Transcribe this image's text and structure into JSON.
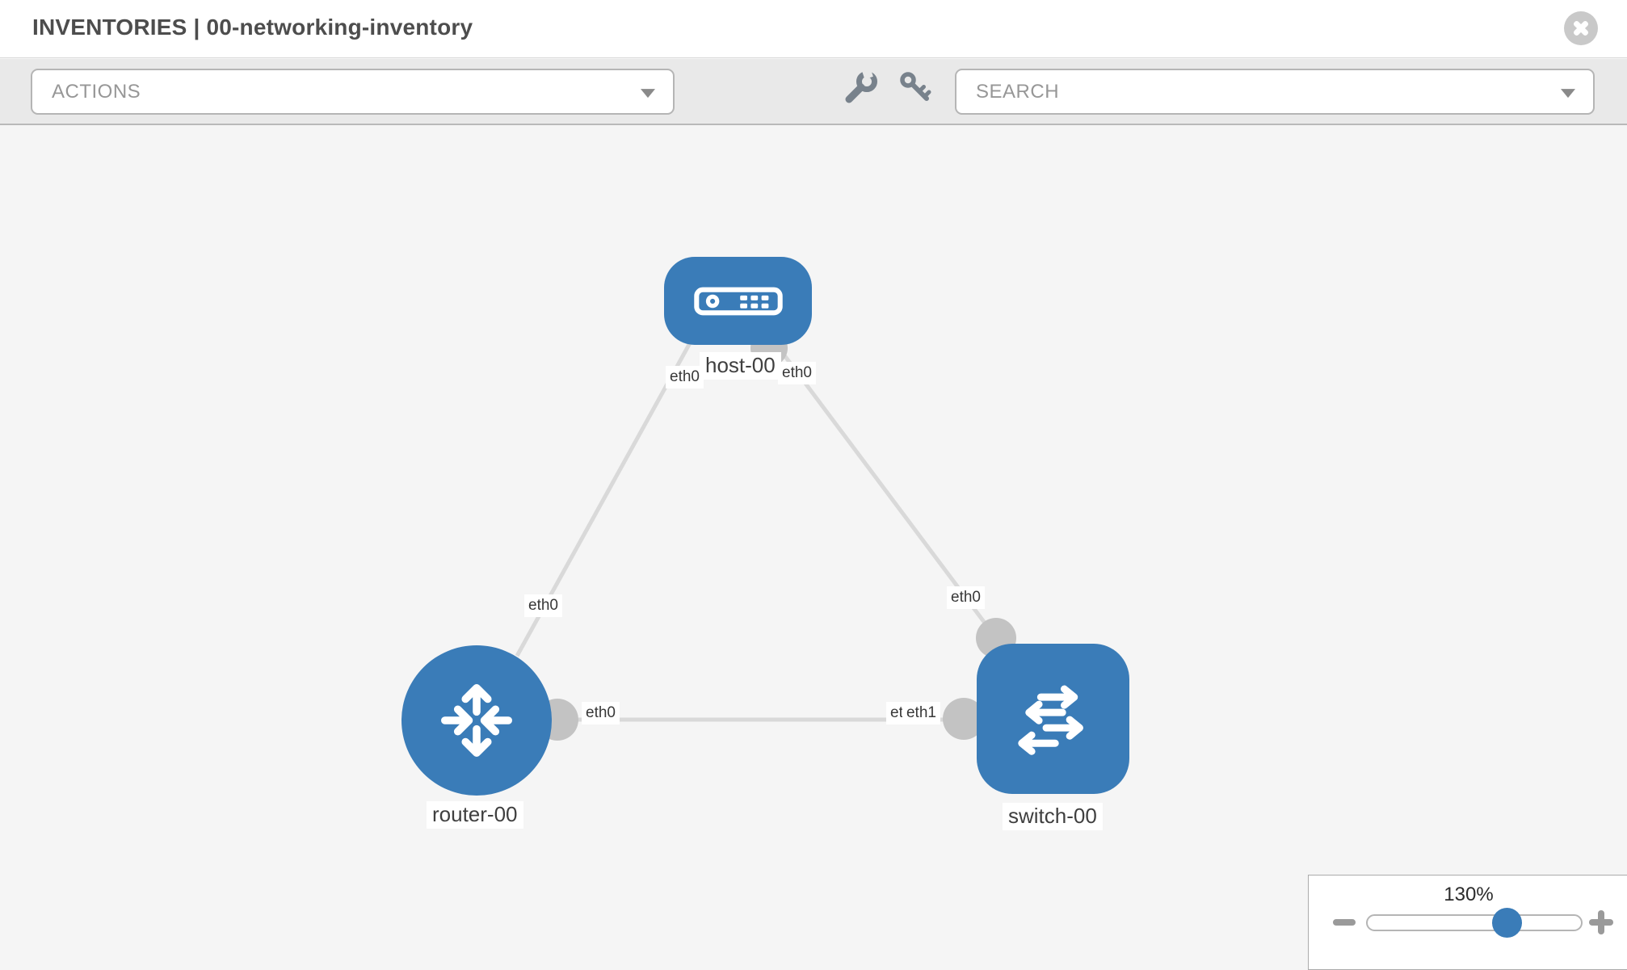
{
  "header": {
    "title": "INVENTORIES | 00-networking-inventory"
  },
  "toolbar": {
    "actions_label": "ACTIONS",
    "search_label": "SEARCH",
    "icons": [
      "wrench-icon",
      "key-icon"
    ]
  },
  "topology": {
    "nodes": {
      "host": {
        "label": "host-00",
        "type": "host",
        "shape": "rounded-rect"
      },
      "router": {
        "label": "router-00",
        "type": "router",
        "shape": "circle"
      },
      "switch": {
        "label": "switch-00",
        "type": "switch",
        "shape": "rounded-square"
      }
    },
    "interfaces": {
      "host_left": "eth0",
      "host_right": "eth0",
      "router_top": "eth0",
      "router_right": "eth0",
      "switch_top": "eth0",
      "switch_left_under": "eth0",
      "switch_left": "eth1"
    },
    "links": [
      {
        "from": "host-00",
        "from_if": "eth0",
        "to": "router-00",
        "to_if": "eth0"
      },
      {
        "from": "host-00",
        "from_if": "eth0",
        "to": "switch-00",
        "to_if": "eth0"
      },
      {
        "from": "router-00",
        "from_if": "eth0",
        "to": "switch-00",
        "to_if": "eth1"
      }
    ],
    "colors": {
      "node_fill": "#3a7cb8",
      "link": "#d9d9d9",
      "connector": "#c3c3c3",
      "canvas_bg": "#f5f5f5"
    }
  },
  "zoom_control": {
    "value": "130%",
    "percent": 64
  }
}
